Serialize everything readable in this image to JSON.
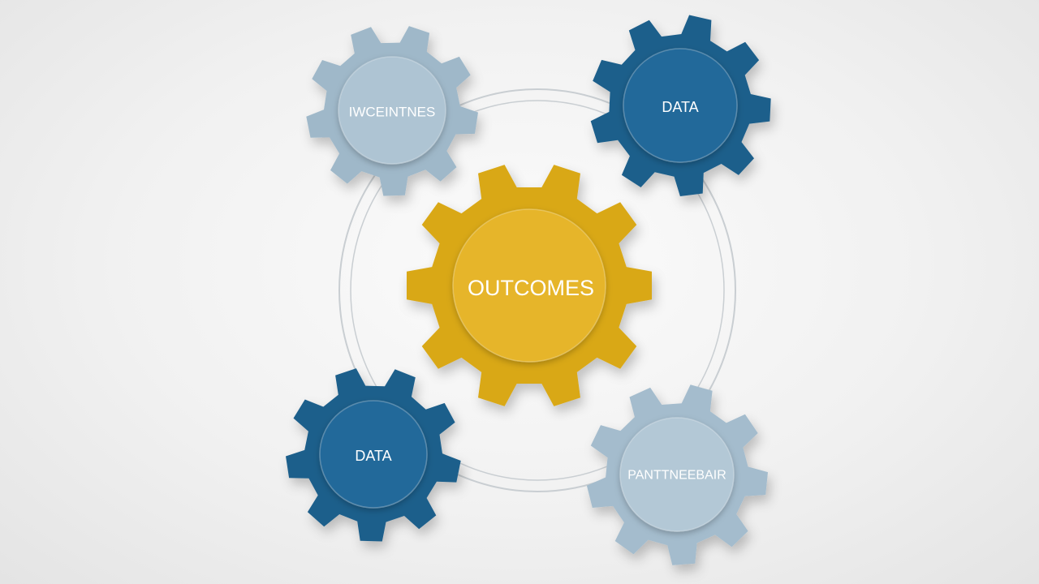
{
  "diagram": {
    "center": {
      "label": "OUTCOMES",
      "color": "#d9a818",
      "hub": "#e6b52a",
      "text_color": "#ffffff"
    },
    "gears": [
      {
        "id": "top-left",
        "label": "IWCEINTNES",
        "color": "#9fb8c9",
        "hub": "#aec4d3",
        "text_color": "#ffffff"
      },
      {
        "id": "top-right",
        "label": "DATA",
        "color": "#1f5f8b",
        "hub": "#24699a",
        "text_color": "#ffffff"
      },
      {
        "id": "bottom-left",
        "label": "DATA",
        "color": "#1f5f8b",
        "hub": "#24699a",
        "text_color": "#ffffff"
      },
      {
        "id": "bottom-right",
        "label": "PANTTNEEBAIR",
        "color": "#a4bccd",
        "hub": "#b3c8d6",
        "text_color": "#ffffff"
      }
    ],
    "ring_color": "#c9ced2"
  }
}
